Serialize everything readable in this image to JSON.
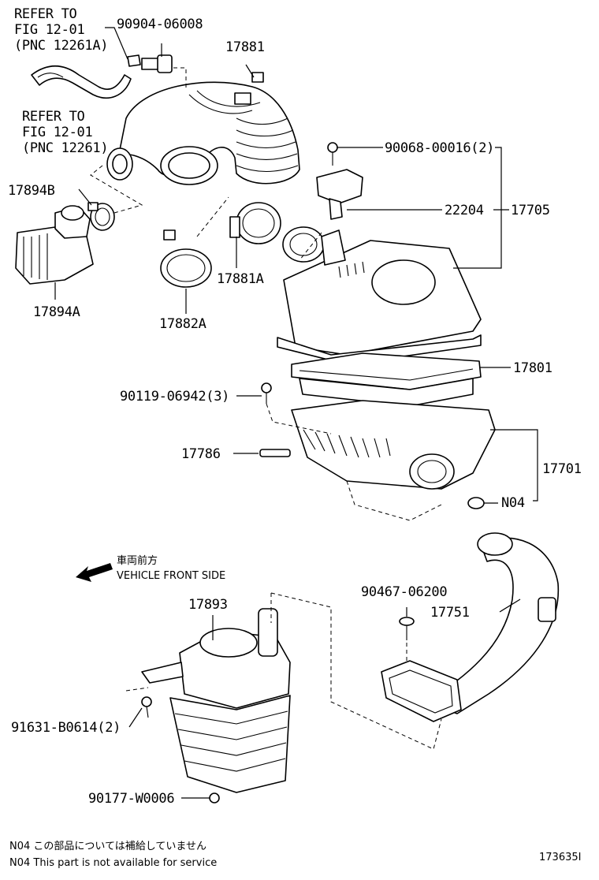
{
  "callouts": {
    "refer1": [
      "REFER TO",
      "FIG 12-01",
      "(PNC 12261A)"
    ],
    "refer2": [
      "REFER TO",
      "FIG 12-01",
      "(PNC 12261)"
    ],
    "p90904": "90904-06008",
    "p17881": "17881",
    "p17894B": "17894B",
    "p17894A": "17894A",
    "p17882A": "17882A",
    "p17881A": "17881A",
    "p90068": "90068-00016(2)",
    "p22204": "22204",
    "p17705": "17705",
    "p17801": "17801",
    "p90119": "90119-06942(3)",
    "p17786": "17786",
    "p17701": "17701",
    "pN04": "N04",
    "p90467": "90467-06200",
    "p17751": "17751",
    "p17893": "17893",
    "p91631": "91631-B0614(2)",
    "p90177": "90177-W0006"
  },
  "direction": {
    "jp": "車両前方",
    "en": "VEHICLE FRONT SIDE",
    "icon": "arrow-left-icon"
  },
  "notes": {
    "jp": "N04  この部品については補給していません",
    "en": "N04  This part is not available for service"
  },
  "figure_id": "173635I"
}
